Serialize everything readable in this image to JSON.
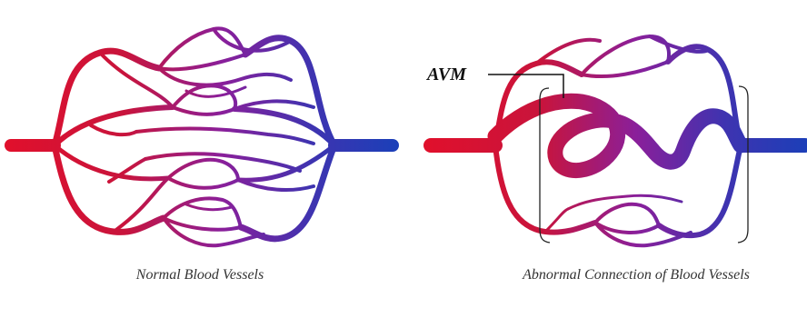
{
  "diagrams": {
    "normal": {
      "caption": "Normal Blood Vessels"
    },
    "abnormal": {
      "caption": "Abnormal Connection of Blood Vessels",
      "callout_label": "AVM"
    }
  },
  "colors": {
    "artery": "#e0102c",
    "mid": "#8a1f9a",
    "vein": "#1c3fb8",
    "bracket": "#222222",
    "caption": "#333333"
  }
}
